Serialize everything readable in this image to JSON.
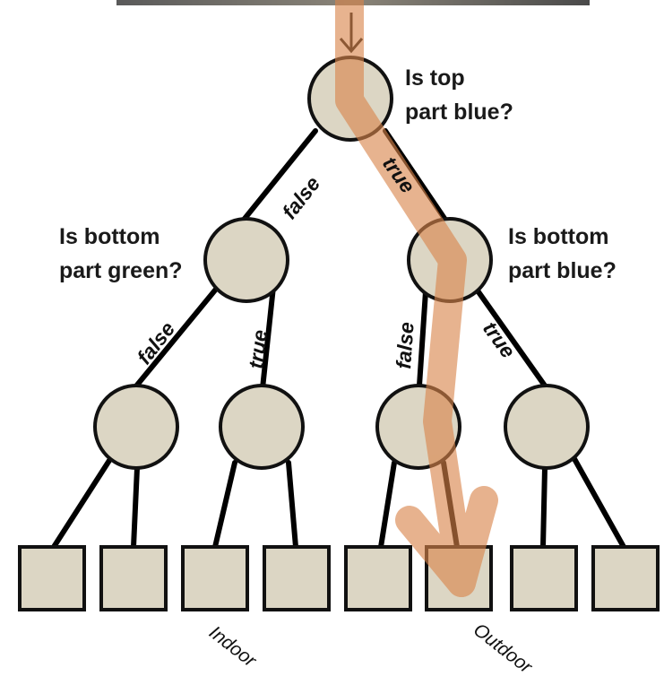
{
  "colors": {
    "node_fill": "#dcd6c4",
    "node_stroke": "#111111",
    "path_highlight": "#d9844a",
    "image_strip": "#6b6b6b"
  },
  "questions": {
    "root": [
      "Is top",
      "part blue?"
    ],
    "left": [
      "Is bottom",
      "part green?"
    ],
    "right": [
      "Is bottom",
      "part blue?"
    ]
  },
  "edges": {
    "root_false": "false",
    "root_true": "true",
    "left_false": "false",
    "left_true": "true",
    "right_false": "false",
    "right_true": "true"
  },
  "leaves": {
    "indoor": "Indoor",
    "outdoor": "Outdoor"
  }
}
